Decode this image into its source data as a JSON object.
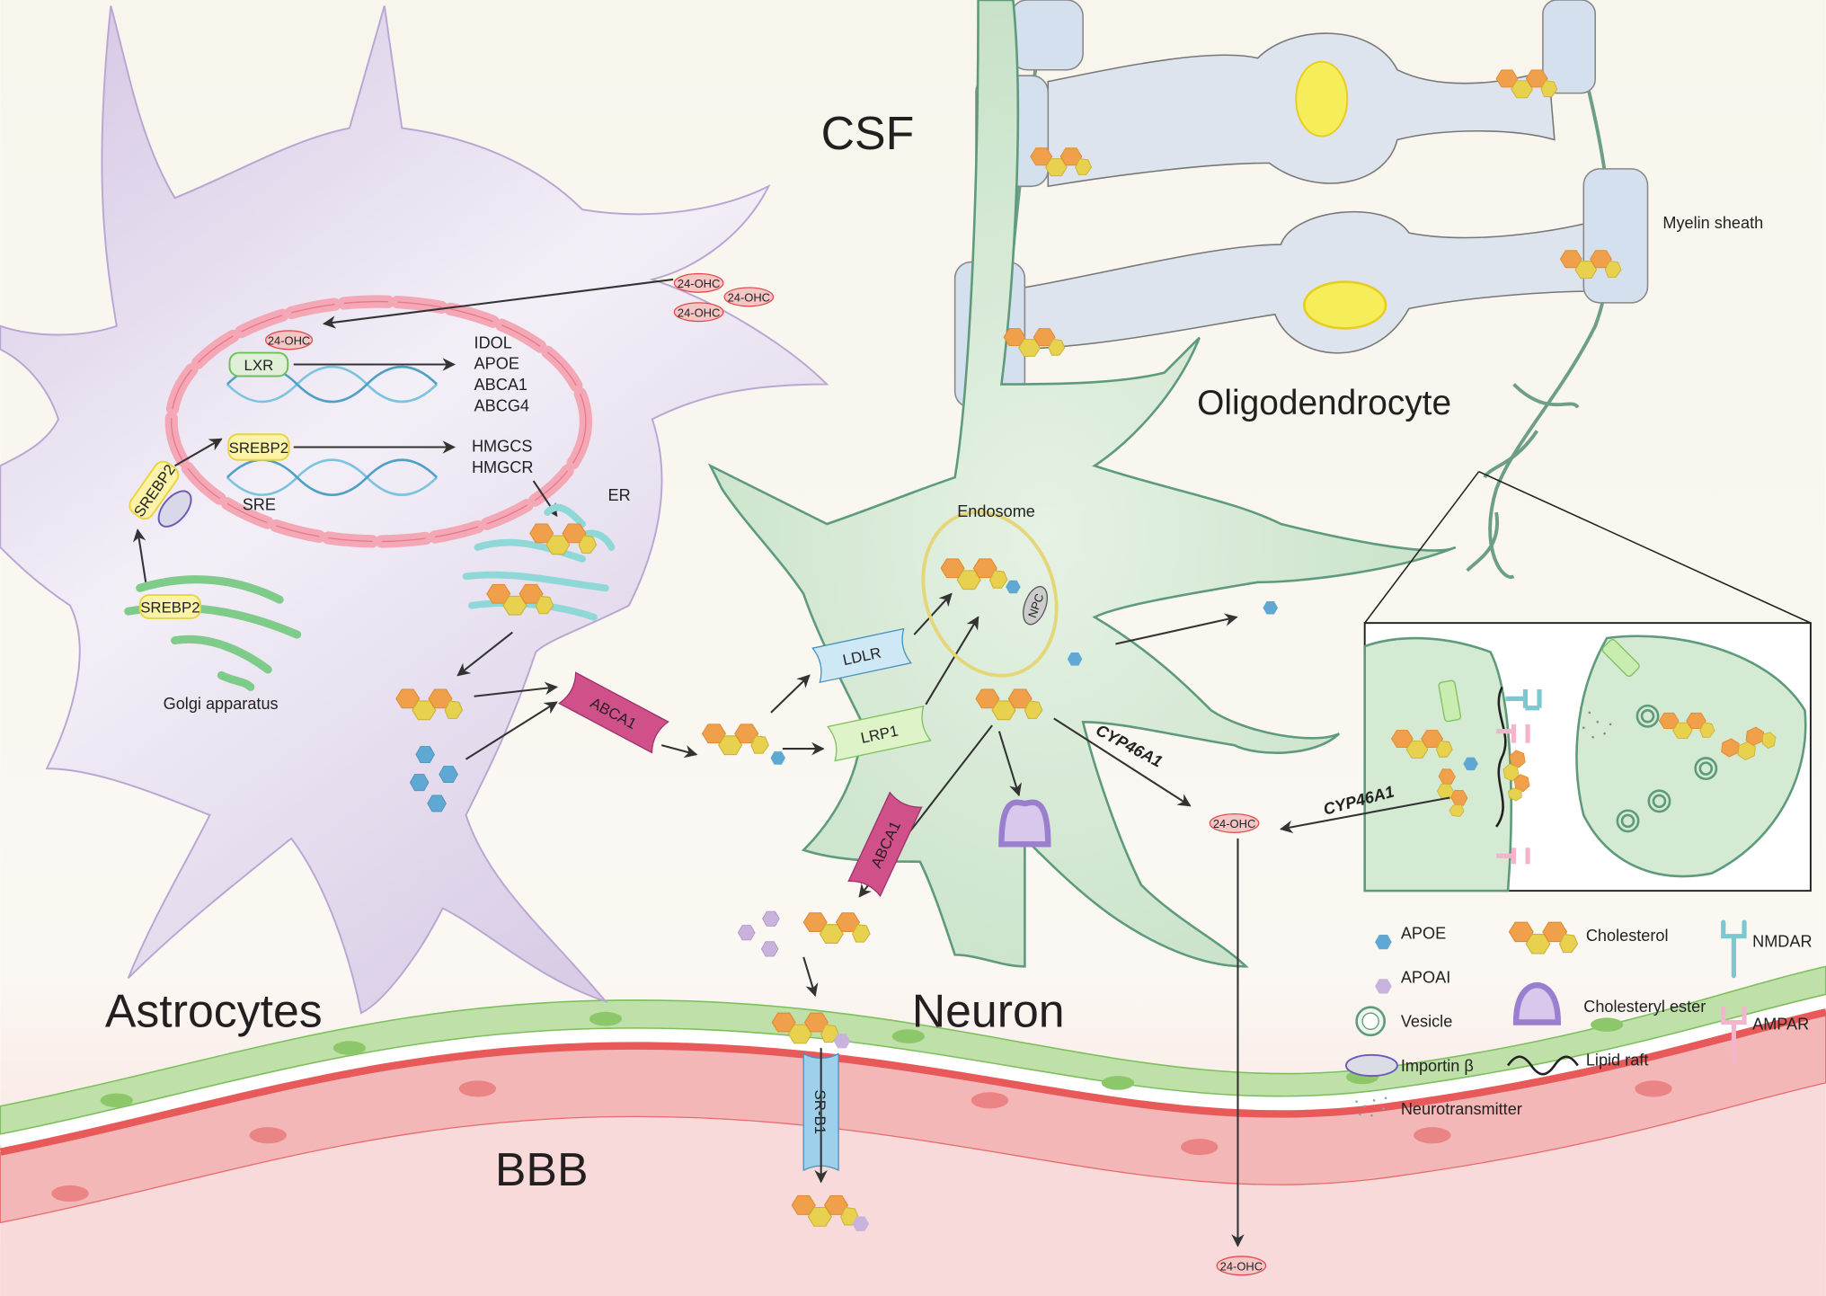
{
  "regions": {
    "csf": "CSF",
    "astrocytes": "Astrocytes",
    "neuron": "Neuron",
    "bbb": "BBB",
    "oligodendrocyte": "Oligodendrocyte",
    "myelin_sheath": "Myelin sheath"
  },
  "organelles": {
    "er": "ER",
    "golgi": "Golgi apparatus",
    "endosome": "Endosome",
    "sre": "SRE"
  },
  "factors": {
    "lxr": "LXR",
    "srebp2": "SREBP2",
    "ohc": "24-OHC"
  },
  "genes_lxr": [
    "IDOL",
    "APOE",
    "ABCA1",
    "ABCG4"
  ],
  "genes_srebp2": [
    "HMGCS",
    "HMGCR"
  ],
  "transporters": {
    "abca1": "ABCA1",
    "ldlr": "LDLR",
    "lrp1": "LRP1",
    "npc": "NPC",
    "srb1": "SR-B1",
    "cyp46a1": "CYP46A1"
  },
  "legend": [
    {
      "icon": "apoe-hexagon",
      "label": "APOE"
    },
    {
      "icon": "apoai-hexagon",
      "label": "APOAI"
    },
    {
      "icon": "vesicle-circle",
      "label": "Vesicle"
    },
    {
      "icon": "importin-ellipse",
      "label": "Importin β"
    },
    {
      "icon": "neurotransmitter-dots",
      "label": "Neurotransmitter"
    },
    {
      "icon": "cholesterol-rings",
      "label": "Cholesterol"
    },
    {
      "icon": "cholesteryl-ester-arch",
      "label": "Cholesteryl ester"
    },
    {
      "icon": "lipid-raft-wave",
      "label": "Lipid raft"
    },
    {
      "icon": "nmdar-receptor",
      "label": "NMDAR"
    },
    {
      "icon": "ampar-receptor",
      "label": "AMPAR"
    }
  ],
  "colors": {
    "astrocyte": "#d9cde6",
    "neuron": "#cfe6cf",
    "oligodendrocyte": "#dde4ee",
    "apoe": "#5fa8d3",
    "apoai": "#c9b3dc",
    "cholesterol_orange": "#f0a04b",
    "cholesterol_yellow": "#e8d14f",
    "abca1": "#c0407a",
    "ohc": "#e24a4a"
  }
}
